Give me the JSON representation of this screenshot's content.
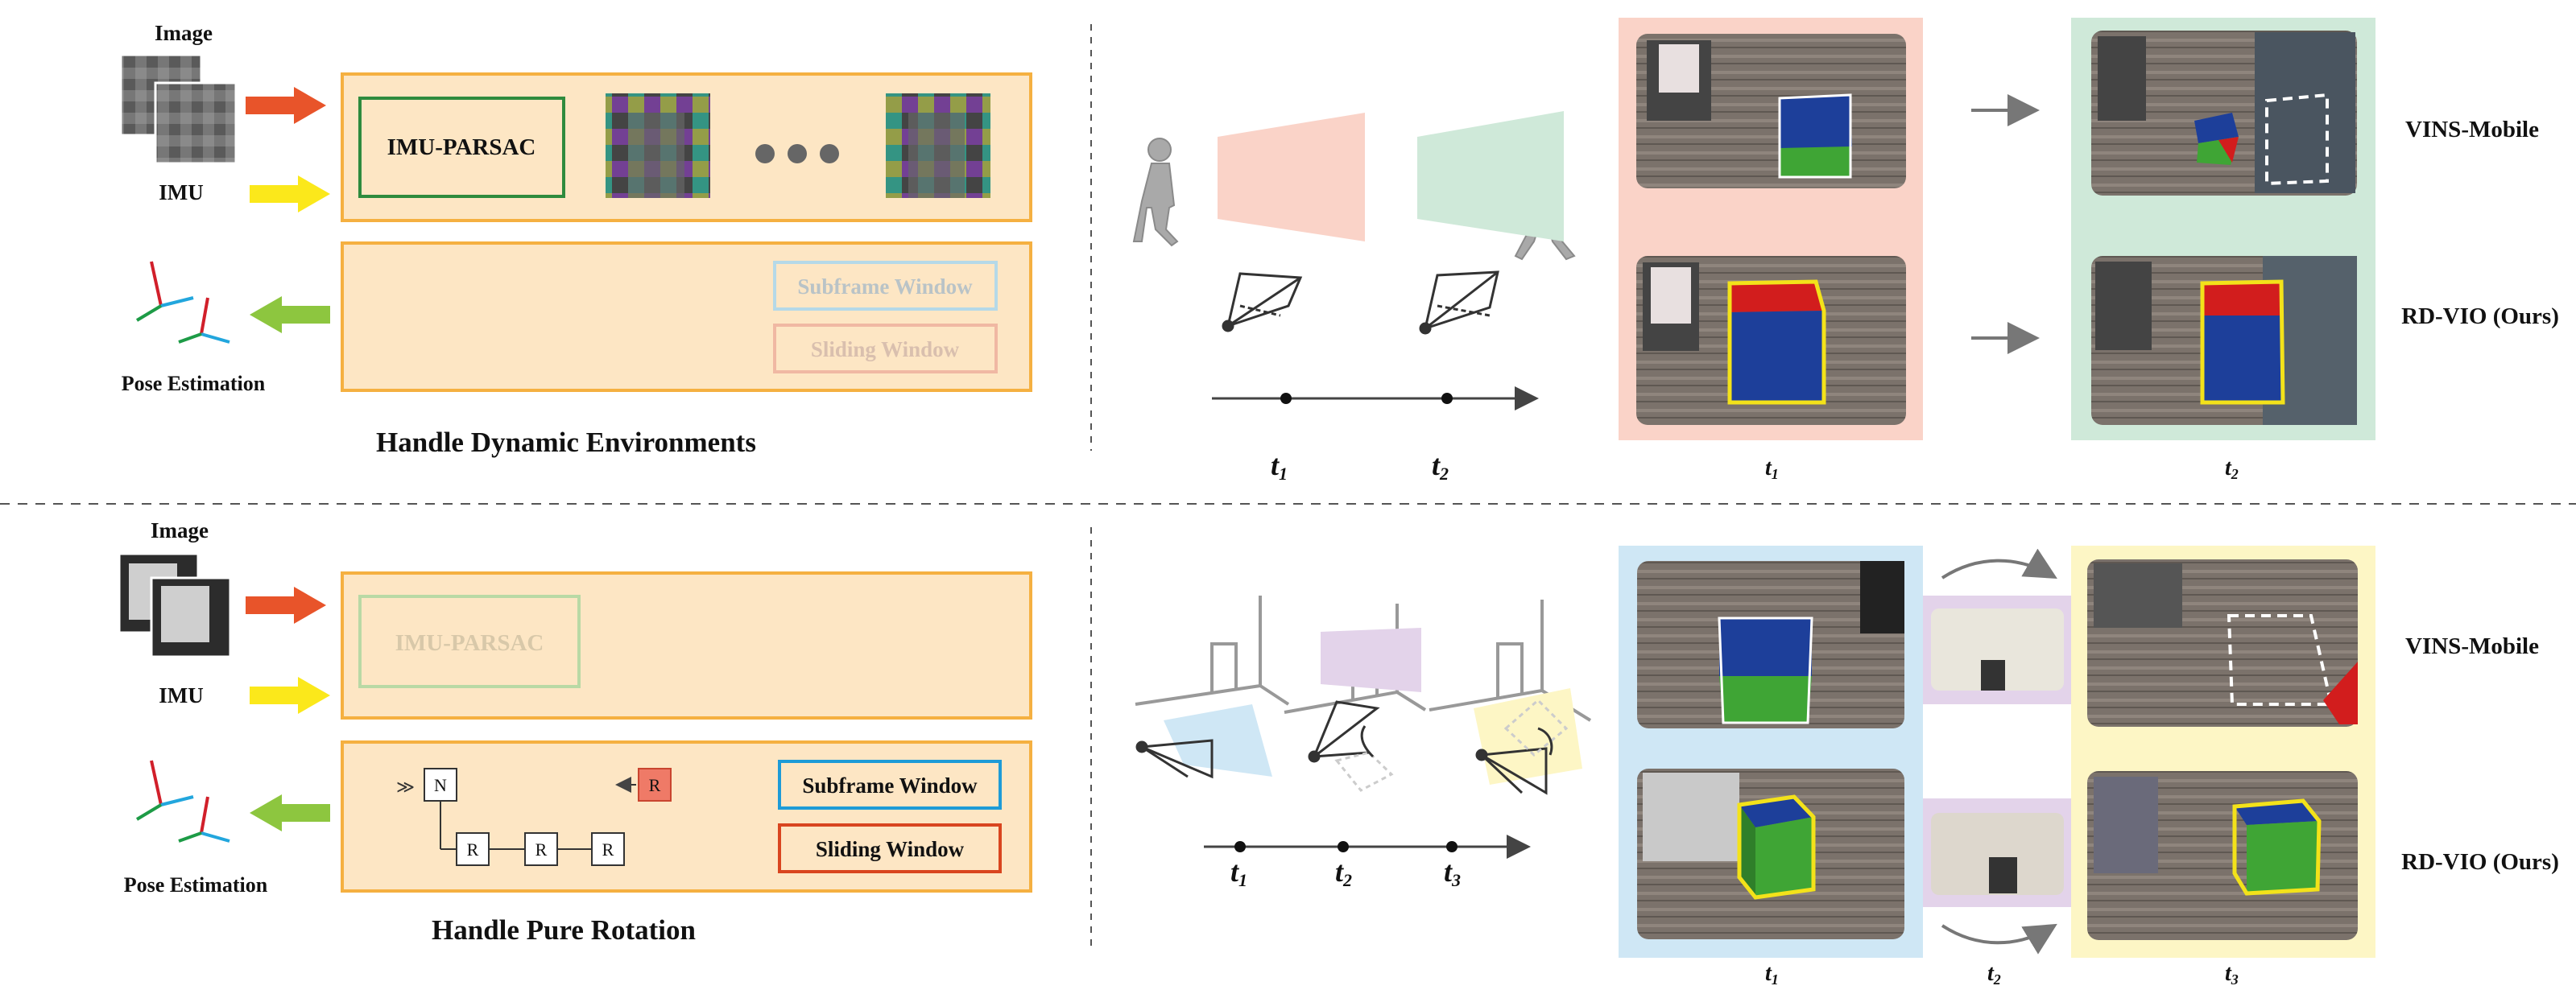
{
  "top": {
    "title": "Handle Dynamic Environments",
    "image_label": "Image",
    "imu_label": "IMU",
    "pose_label": "Pose Estimation",
    "parsac_label": "IMU-PARSAC",
    "subframe_label": "Subframe Window",
    "sliding_label": "Sliding Window",
    "timeline": {
      "t1": "t",
      "t1_sub": "1",
      "t2": "t",
      "t2_sub": "2"
    },
    "photo_times": {
      "left": "t",
      "left_sub": "1",
      "right": "t",
      "right_sub": "2"
    },
    "method_a": "VINS-Mobile",
    "method_b": "RD-VIO (Ours)"
  },
  "bottom": {
    "title": "Handle Pure Rotation",
    "image_label": "Image",
    "imu_label": "IMU",
    "pose_label": "Pose Estimation",
    "parsac_label": "IMU-PARSAC",
    "subframe_label": "Subframe Window",
    "sliding_label": "Sliding Window",
    "node_n": "N",
    "node_r": "R",
    "timeline": {
      "t1": "t",
      "t1_sub": "1",
      "t2": "t",
      "t2_sub": "2",
      "t3": "t",
      "t3_sub": "3"
    },
    "photo_times": {
      "left": "t",
      "left_sub": "1",
      "mid": "t",
      "mid_sub": "2",
      "right": "t",
      "right_sub": "3"
    },
    "method_a": "VINS-Mobile",
    "method_b": "RD-VIO (Ours)"
  },
  "colors": {
    "panel_fill": "#fde6c4",
    "panel_border": "#f5b041",
    "arrow_orange": "#e8542a",
    "arrow_yellow": "#fbe81b",
    "arrow_green": "#8dc63f",
    "parsac_green": "#2e8b3e",
    "subframe_blue": "#1e9bd7",
    "sliding_red": "#d9451f",
    "pink_bg": "#fad3c8",
    "green_bg": "#cfe9d9",
    "blue_bg": "#cfe7f5",
    "yellow_bg": "#fdf6c5",
    "lilac_bg": "#e3d3ea",
    "cube_blue": "#1d3f9a",
    "cube_green": "#3fa535",
    "cube_red": "#d21d1d",
    "cube_outline": "#f3e21a"
  }
}
